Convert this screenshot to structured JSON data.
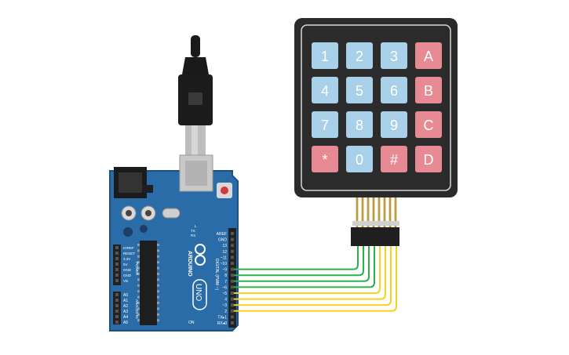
{
  "colors": {
    "board": "#2a6ca8",
    "board_edge": "#1e4f80",
    "keypad_body": "#2b2b2b",
    "key_blue": "#a8d0e8",
    "key_red": "#e88a93",
    "key_text": "#ffffff",
    "wire_green": "#2db24a",
    "wire_yellow": "#f4d21f",
    "header": "#222222"
  },
  "keypad": {
    "keys": [
      {
        "label": "1",
        "type": "digit"
      },
      {
        "label": "2",
        "type": "digit"
      },
      {
        "label": "3",
        "type": "digit"
      },
      {
        "label": "A",
        "type": "letter"
      },
      {
        "label": "4",
        "type": "digit"
      },
      {
        "label": "5",
        "type": "digit"
      },
      {
        "label": "6",
        "type": "digit"
      },
      {
        "label": "B",
        "type": "letter"
      },
      {
        "label": "7",
        "type": "digit"
      },
      {
        "label": "8",
        "type": "digit"
      },
      {
        "label": "9",
        "type": "digit"
      },
      {
        "label": "C",
        "type": "letter"
      },
      {
        "label": "*",
        "type": "symbol"
      },
      {
        "label": "0",
        "type": "digit"
      },
      {
        "label": "#",
        "type": "symbol"
      },
      {
        "label": "D",
        "type": "letter"
      }
    ]
  },
  "board": {
    "brand": "ARDUINO",
    "model": "UNO",
    "digital_label": "DIGITAL (PWM ~)",
    "power_label": "POWER",
    "analog_label": "ANALOG IN",
    "on_label": "ON",
    "tx_label": "TX",
    "rx_label": "RX",
    "l_label": "L",
    "digital_pins": [
      "AREF",
      "GND",
      "13",
      "12",
      "~11",
      "~10",
      "~9",
      "8",
      "7",
      "~6",
      "~5",
      "4",
      "~3",
      "2",
      "TX▸1",
      "RX◂0"
    ],
    "power_pins": [
      "IOREF",
      "RESET",
      "3.3V",
      "5V",
      "GND",
      "GND",
      "Vin"
    ],
    "analog_pins": [
      "A0",
      "A1",
      "A2",
      "A3",
      "A4",
      "A5"
    ]
  },
  "wiring": {
    "connections": [
      {
        "board_pin": "9",
        "color": "green"
      },
      {
        "board_pin": "8",
        "color": "green"
      },
      {
        "board_pin": "7",
        "color": "green"
      },
      {
        "board_pin": "6",
        "color": "green"
      },
      {
        "board_pin": "5",
        "color": "yellow"
      },
      {
        "board_pin": "4",
        "color": "yellow"
      },
      {
        "board_pin": "3",
        "color": "yellow"
      },
      {
        "board_pin": "2",
        "color": "yellow"
      }
    ]
  }
}
